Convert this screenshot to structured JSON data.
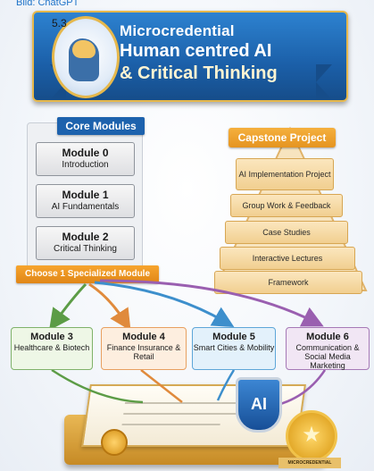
{
  "caption": "Bild: ChatGPT",
  "section_number": "5.3",
  "banner": {
    "line1": "Microcredential",
    "line2": "Human centred AI",
    "line3": "& Critical Thinking"
  },
  "core_modules": {
    "header": "Core Modules",
    "modules": [
      {
        "title": "Module 0",
        "subtitle": "Introduction"
      },
      {
        "title": "Module 1",
        "subtitle": "AI Fundamentals"
      },
      {
        "title": "Module 2",
        "subtitle": "Critical Thinking"
      }
    ]
  },
  "choose_label": "Choose 1 Specialized Module",
  "capstone": {
    "header": "Capstone Project",
    "steps": [
      "AI Implementation Project",
      "Group Work & Feedback",
      "Case Studies",
      "Interactive Lectures",
      "Framework"
    ]
  },
  "specialized_modules": [
    {
      "title": "Module 3",
      "subtitle": "Healthcare & Biotech",
      "color": "#7fb26a"
    },
    {
      "title": "Module 4",
      "subtitle": "Finance Insurance & Retail",
      "color": "#e8a060"
    },
    {
      "title": "Module 5",
      "subtitle": "Smart Cities & Mobility",
      "color": "#5ea6d8"
    },
    {
      "title": "Module 6",
      "subtitle": "Communication & Social Media Marketing",
      "color": "#a679b6"
    }
  ],
  "certificate": {
    "shield_label": "AI",
    "ribbon_label": "MICROCREDENTIAL"
  },
  "icons": [
    "brain-head-icon",
    "ribbon-seal-icon",
    "ai-shield-icon",
    "star-badge-icon"
  ]
}
